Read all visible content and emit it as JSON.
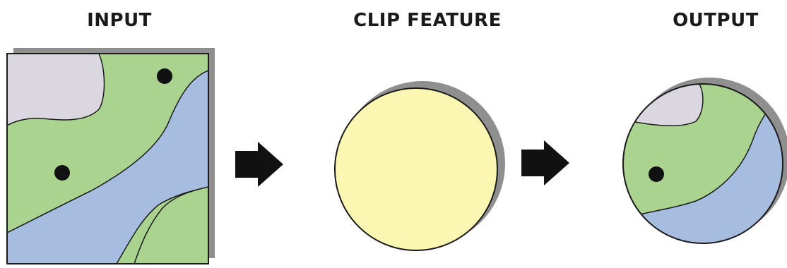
{
  "panels": {
    "input_label": "INPUT",
    "clip_label": "CLIP FEATURE",
    "output_label": "OUTPUT"
  },
  "colors": {
    "background": "#ffffff",
    "region_pale": "#dbd7e0",
    "region_green": "#aad38f",
    "region_blue": "#a7bde0",
    "clip_fill": "#fbf6b1",
    "shadow": "#8f8f8f",
    "outline": "#1a1a1a",
    "arrow": "#111111"
  },
  "icons": {
    "arrow_1": "right-arrow-icon",
    "arrow_2": "right-arrow-icon"
  }
}
